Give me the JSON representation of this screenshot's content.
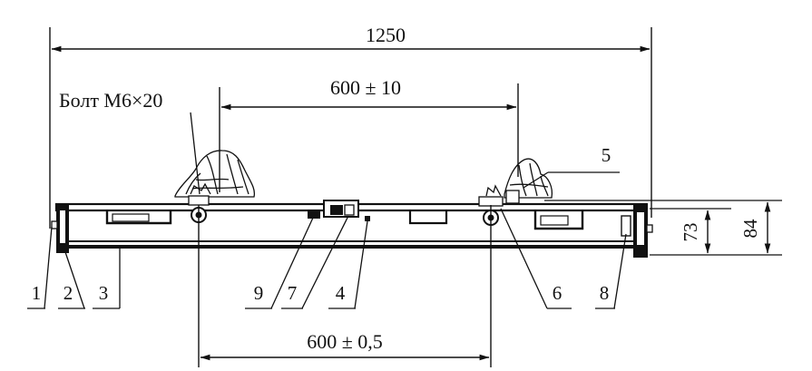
{
  "dimensions": {
    "overall_length": "1250",
    "upper_spacing": "600 ± 10",
    "lower_spacing": "600 ± 0,5",
    "height_large": "84",
    "height_small": "73"
  },
  "callouts": {
    "bolt": "Болт М6×20",
    "part_1": "1",
    "part_2": "2",
    "part_3": "3",
    "part_4": "4",
    "part_5": "5",
    "part_6": "6",
    "part_7": "7",
    "part_8": "8",
    "part_9": "9"
  },
  "colors": {
    "ink": "#111111",
    "background": "#ffffff"
  }
}
